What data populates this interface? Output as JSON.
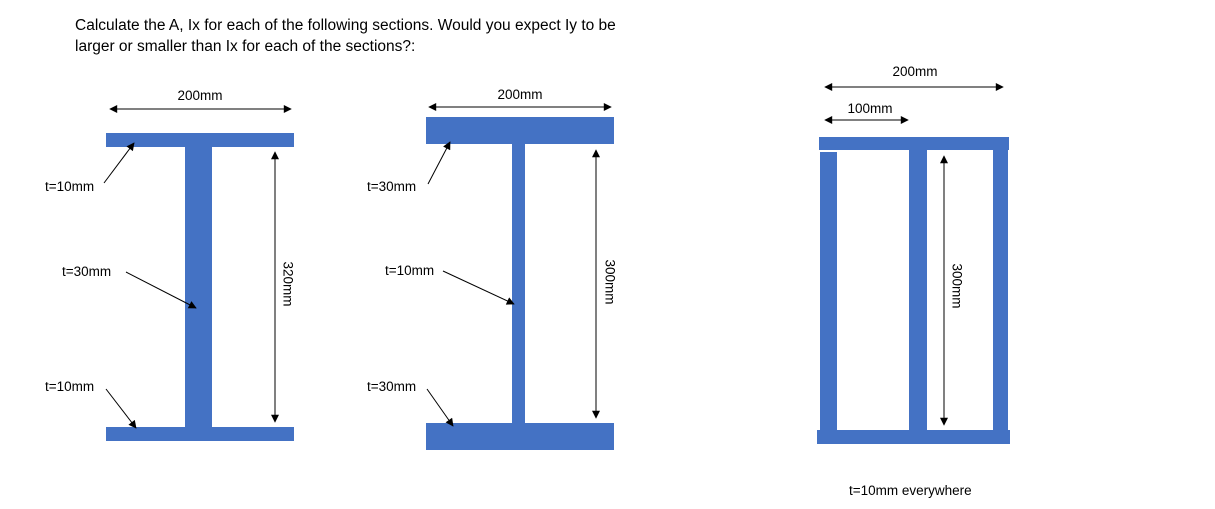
{
  "title": {
    "line1": "Calculate the A, Ix for each of the following sections. Would you expect Iy to be",
    "line2": "larger or smaller than Ix for each of the sections?:"
  },
  "colors": {
    "shape_fill": "#4472C4",
    "line_color": "#000000"
  },
  "sections": [
    {
      "width_dim": "200mm",
      "height_dim": "320mm",
      "top_flange_label": "t=10mm",
      "web_label": "t=30mm",
      "bottom_flange_label": "t=10mm"
    },
    {
      "width_dim": "200mm",
      "height_dim": "300mm",
      "top_flange_label": "t=30mm",
      "web_label": "t=10mm",
      "bottom_flange_label": "t=30mm"
    },
    {
      "width_dim": "200mm",
      "half_width_dim": "100mm",
      "height_dim": "300mm",
      "thickness_note": "t=10mm everywhere"
    }
  ]
}
